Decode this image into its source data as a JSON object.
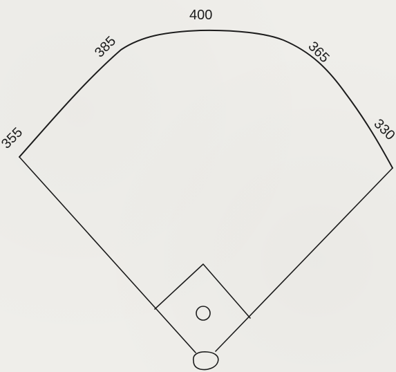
{
  "field": {
    "distances": {
      "left_field_line": "355",
      "left_center": "385",
      "center_field": "400",
      "right_center": "365",
      "right_field_line": "330"
    }
  },
  "colors": {
    "line": "#1c1c1c",
    "paper": "#efeeea"
  }
}
